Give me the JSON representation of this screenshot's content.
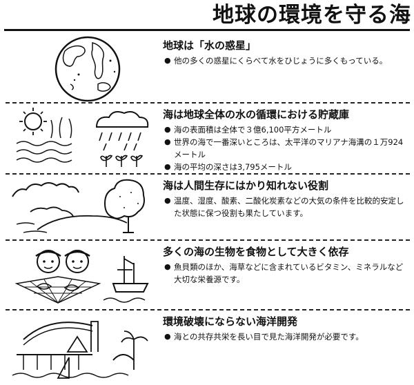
{
  "title": "地球の環境を守る海",
  "sections": [
    {
      "heading": "地球は「水の惑星」",
      "bullets": [
        "他の多くの惑星にくらべて水をひじょうに多くもっている。"
      ],
      "illustration": "globe-icon"
    },
    {
      "heading": "海は地球全体の水の循環における貯蔵庫",
      "bullets": [
        "海の表面積は全体で３億6,100平方メートル",
        "世界の海で一番深いところは、太平洋のマリアナ海溝の１万924メートル",
        "海の平均の深さは3,795メートル"
      ],
      "illustration": "water-cycle-icon"
    },
    {
      "heading": "海は人間生存にはかり知れない役割",
      "bullets": [
        "温度、湿度、酸素、二酸化炭素などの大気の条件を比較的安定した状態に保つ役割も果たしています。"
      ],
      "illustration": "coastline-icon"
    },
    {
      "heading": "多くの海の生物を食物として大きく依存",
      "bullets": [
        "魚貝類のほか、海草などに含まれているビタミン、ミネラルなど大切な栄養源です。"
      ],
      "illustration": "fishermen-icon"
    },
    {
      "heading": "環境破壊にならない海洋開発",
      "bullets": [
        "海との共存共栄を長い目で見た海洋開発が必要です。"
      ],
      "illustration": "marine-resort-icon"
    }
  ],
  "bullet_mark": "●",
  "colors": {
    "ink": "#111111",
    "paper": "#ffffff"
  }
}
